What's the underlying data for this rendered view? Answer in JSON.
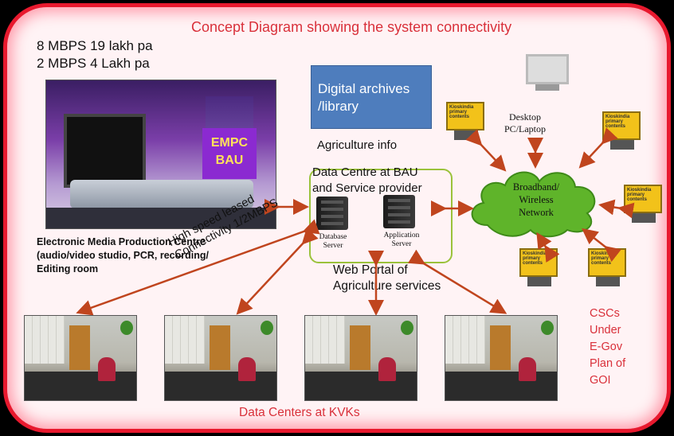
{
  "title": "Concept Diagram showing the system connectivity",
  "speeds": [
    "8 MBPS 19 lakh pa",
    "2 MBPS  4 Lakh pa"
  ],
  "studio": {
    "badge_line1": "EMPC",
    "badge_line2": "BAU",
    "caption": [
      "Electronic Media Production  Centre",
      "(audio/video studio, PCR, recording/",
      "Editing room"
    ]
  },
  "archives": {
    "line1": "Digital archives",
    "line2": "/library"
  },
  "agriculture_info": "Agriculture info",
  "data_centre": {
    "title_line1": "Data Centre at BAU",
    "title_line2": "and Service provider",
    "database_server": [
      "Database",
      "Server"
    ],
    "application_server": [
      "Application",
      "Server"
    ]
  },
  "portal": [
    "Web Portal  of",
    "Agriculture services"
  ],
  "cloud": [
    "Broadband/",
    "Wireless",
    "Network"
  ],
  "desktop": [
    "Desktop",
    "PC/Laptop"
  ],
  "kiosk_screen_text": [
    "Kioskindia",
    "primary contents"
  ],
  "leased_line": [
    "High speed leased",
    "Connectivity 1/2MBPS"
  ],
  "csc": [
    "CSCs",
    "Under",
    "E-Gov",
    "Plan of",
    "GOI"
  ],
  "kvk_label": "Data Centers at KVKs",
  "colors": {
    "border": "#e8192e",
    "accent_text": "#d9303a",
    "arrow": "#c0451e",
    "cloud": "#5fb42a",
    "archive_box": "#4e7dbd",
    "kiosk": "#f2c21a",
    "dc_border": "#9bc23b"
  }
}
